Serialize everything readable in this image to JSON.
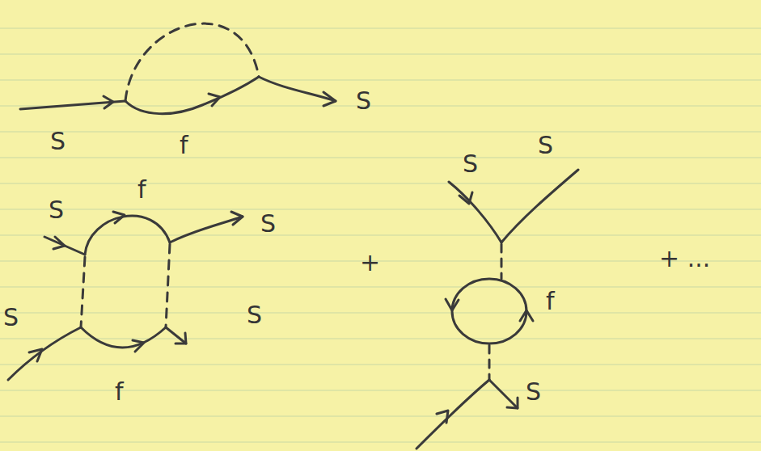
{
  "diagram": {
    "labels": [
      "S",
      "S",
      "f",
      "S",
      "S",
      "S",
      "f",
      "S",
      "+",
      "+ ...",
      "f",
      "S",
      "S",
      "S",
      "f"
    ]
  }
}
